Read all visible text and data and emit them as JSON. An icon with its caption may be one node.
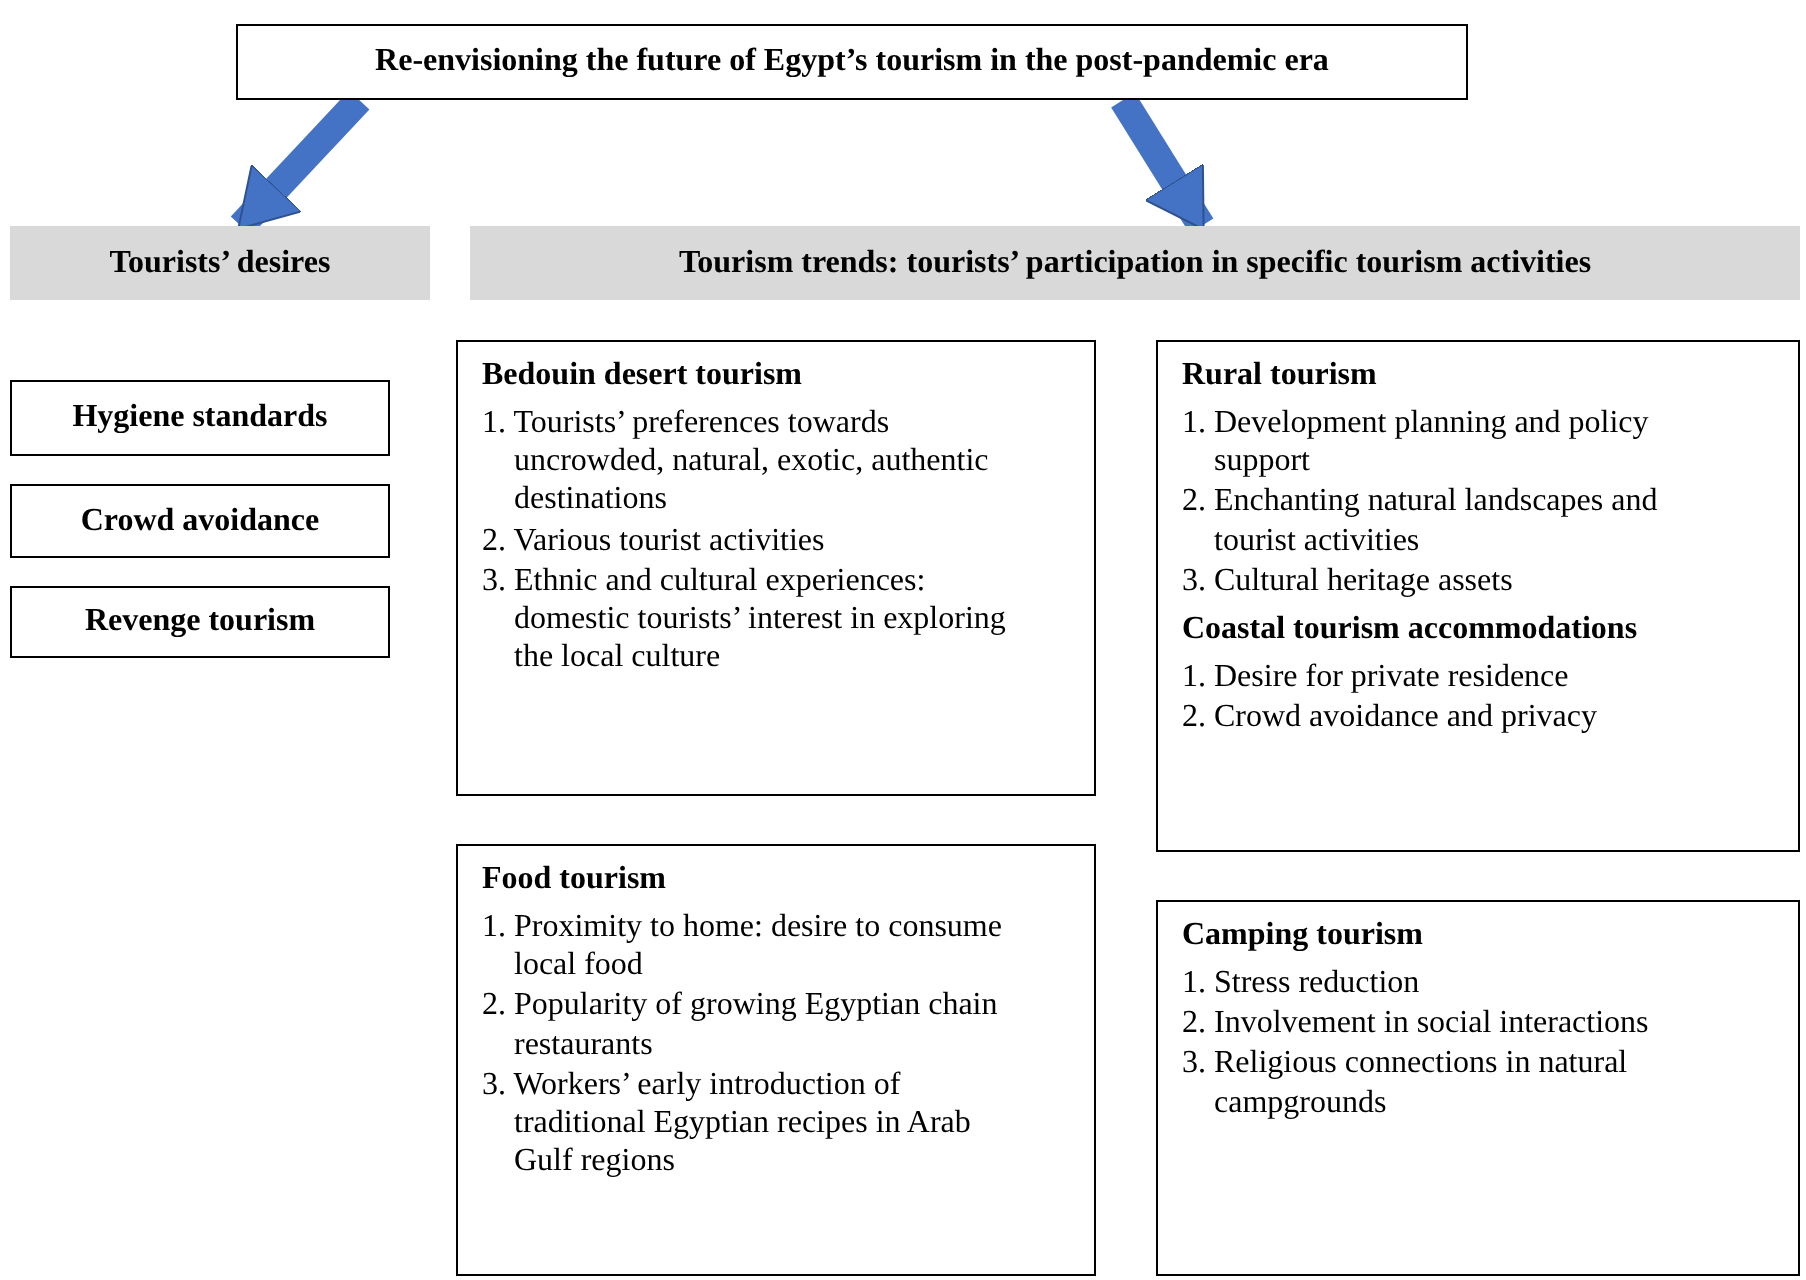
{
  "diagram": {
    "nodes": [
      {
        "text": [
          "Re-envisioning the future of Egypt’s tourism in the post-pandemic era"
        ]
      },
      {
        "text": [
          "Tourists’ desires"
        ]
      },
      {
        "text": [
          "Tourism trends: tourists’ participation in specific tourism activities"
        ]
      },
      {
        "text": [
          "Hygiene standards"
        ]
      },
      {
        "text": [
          "Crowd avoidance"
        ]
      },
      {
        "text": [
          "Revenge tourism"
        ]
      },
      {
        "text": [
          "Bedouin desert tourism",
          "1. Tourists’ preferences towards uncrowded, natural, exotic, authentic destinations",
          "2. Various tourist activities",
          "3. Ethnic and cultural experiences: domestic tourists’ interest in exploring the local culture"
        ]
      },
      {
        "text": [
          "Rural tourism",
          "1. Development planning and policy support",
          "2. Enchanting natural landscapes and tourist activities",
          "3. Cultural heritage assets",
          "Coastal tourism accommodations",
          "1. Desire for private residence",
          "2. Crowd avoidance and privacy"
        ]
      },
      {
        "text": [
          "Food tourism",
          "1. Proximity to home: desire to consume local food",
          "2. Popularity of growing Egyptian chain restaurants",
          "3. Workers’ early introduction of traditional Egyptian recipes in Arab Gulf regions"
        ]
      },
      {
        "text": [
          "Camping tourism",
          "1. Stress reduction",
          "2. Involvement in social interactions",
          "3. Religious connections in natural campgrounds"
        ]
      }
    ],
    "edges": [
      {
        "from": 0,
        "to": 1,
        "arrow": "to"
      },
      {
        "from": 0,
        "to": 2,
        "arrow": "to"
      }
    ]
  }
}
